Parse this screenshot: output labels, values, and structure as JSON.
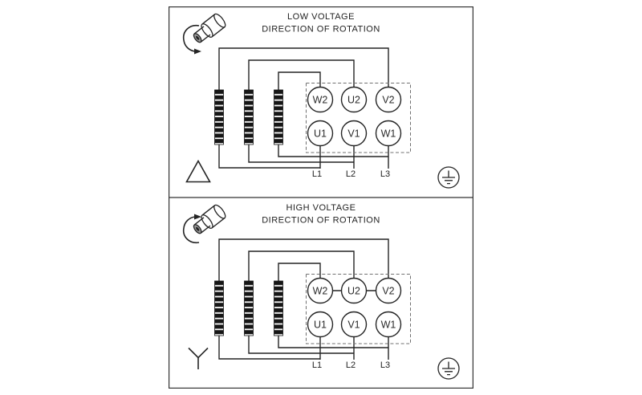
{
  "diagram": {
    "type": "motor-terminal-wiring",
    "colors": {
      "line": "#242424",
      "background": "#ffffff",
      "terminal_block": "#161616",
      "dashed_outline": "#707070"
    }
  },
  "panels": [
    {
      "title": "LOW VOLTAGE",
      "subtitle": "DIRECTION OF ROTATION",
      "terminals_top": [
        "W2",
        "U2",
        "V2"
      ],
      "terminals_bottom": [
        "U1",
        "V1",
        "W1"
      ],
      "line_labels": [
        "L1",
        "L2",
        "L3"
      ],
      "connection_symbol": "delta",
      "icons": [
        "rotation-direction-icon",
        "delta-symbol-icon",
        "ground-icon"
      ]
    },
    {
      "title": "HIGH VOLTAGE",
      "subtitle": "DIRECTION OF ROTATION",
      "terminals_top": [
        "W2",
        "U2",
        "V2"
      ],
      "terminals_bottom": [
        "U1",
        "V1",
        "W1"
      ],
      "line_labels": [
        "L1",
        "L2",
        "L3"
      ],
      "connection_symbol": "wye",
      "icons": [
        "rotation-direction-icon",
        "wye-symbol-icon",
        "ground-icon"
      ]
    }
  ]
}
